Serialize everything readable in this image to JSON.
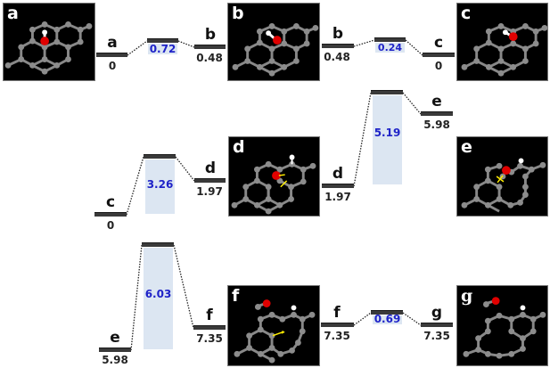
{
  "panels": [
    {
      "id": "a",
      "label": "a"
    },
    {
      "id": "b",
      "label": "b"
    },
    {
      "id": "c",
      "label": "c"
    },
    {
      "id": "d",
      "label": "d"
    },
    {
      "id": "e",
      "label": "e"
    },
    {
      "id": "f",
      "label": "f"
    },
    {
      "id": "g",
      "label": "g"
    }
  ],
  "steps": [
    {
      "from": {
        "label": "a",
        "energy": "0"
      },
      "barrier": "0.72",
      "to": {
        "label": "b",
        "energy": "0.48"
      }
    },
    {
      "from": {
        "label": "b",
        "energy": "0.48"
      },
      "barrier": "0.24",
      "to": {
        "label": "c",
        "energy": "0"
      }
    },
    {
      "from": {
        "label": "c",
        "energy": "0"
      },
      "barrier": "3.26",
      "to": {
        "label": "d",
        "energy": "1.97"
      }
    },
    {
      "from": {
        "label": "d",
        "energy": "1.97"
      },
      "barrier": "5.19",
      "to": {
        "label": "e",
        "energy": "5.98"
      }
    },
    {
      "from": {
        "label": "e",
        "energy": "5.98"
      },
      "barrier": "6.03",
      "to": {
        "label": "f",
        "energy": "7.35"
      }
    },
    {
      "from": {
        "label": "f",
        "energy": "7.35"
      },
      "barrier": "0.69",
      "to": {
        "label": "g",
        "energy": "7.35"
      }
    }
  ],
  "colors": {
    "level_bar": "#3a3a3a",
    "barrier_fill": "#dce6f2",
    "barrier_text": "#1f23c8",
    "carbon": "#8a8a8a",
    "oxygen": "#e00000",
    "hydrogen": "#ffffff",
    "bond_marker": "#ffee00",
    "panel_bg": "#000000"
  }
}
